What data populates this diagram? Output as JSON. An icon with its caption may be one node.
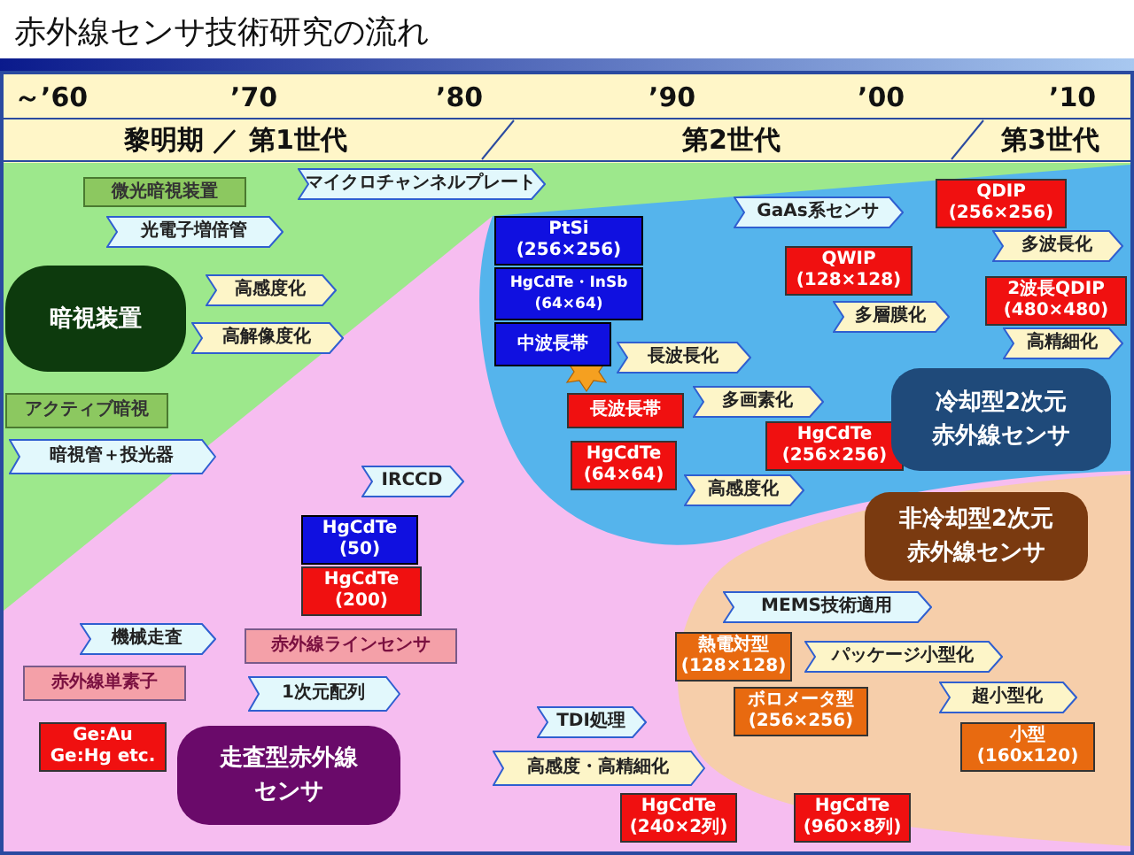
{
  "diagram": {
    "title": "赤外線センサ技術研究の流れ",
    "nodes": [
      {
        "text": [
          "微光暗視装置"
        ]
      },
      {
        "text": [
          "光電子増倍管"
        ]
      },
      {
        "text": [
          "暗視装置"
        ]
      },
      {
        "text": [
          "高感度化"
        ]
      },
      {
        "text": [
          "高解像度化"
        ]
      },
      {
        "text": [
          "アクティブ暗視"
        ]
      },
      {
        "text": [
          "暗視管＋投光器"
        ]
      },
      {
        "text": [
          "マイクロチャンネルプレート"
        ]
      },
      {
        "text": [
          "PtSi (256×256)"
        ]
      },
      {
        "text": [
          "HgCdTe・InSb (64×64)"
        ]
      },
      {
        "text": [
          "中波長帯"
        ]
      },
      {
        "text": [
          "長波長化"
        ]
      },
      {
        "text": [
          "長波長帯"
        ]
      },
      {
        "text": [
          "多画素化"
        ]
      },
      {
        "text": [
          "HgCdTe (64×64)"
        ]
      },
      {
        "text": [
          "高感度化"
        ]
      },
      {
        "text": [
          "HgCdTe (256×256)"
        ]
      },
      {
        "text": [
          "GaAs系センサ"
        ]
      },
      {
        "text": [
          "QWIP (128×128)"
        ]
      },
      {
        "text": [
          "多層膜化"
        ]
      },
      {
        "text": [
          "QDIP (256×256)"
        ]
      },
      {
        "text": [
          "多波長化"
        ]
      },
      {
        "text": [
          "2波長QDIP (480×480)"
        ]
      },
      {
        "text": [
          "高精細化"
        ]
      },
      {
        "text": [
          "冷却型2次元赤外線センサ"
        ]
      },
      {
        "text": [
          "IRCCD"
        ]
      },
      {
        "text": [
          "HgCdTe (50)"
        ]
      },
      {
        "text": [
          "HgCdTe (200)"
        ]
      },
      {
        "text": [
          "機械走査"
        ]
      },
      {
        "text": [
          "赤外線単素子"
        ]
      },
      {
        "text": [
          "赤外線ラインセンサ"
        ]
      },
      {
        "text": [
          "1次元配列"
        ]
      },
      {
        "text": [
          "Ge:Au Ge:Hg etc."
        ]
      },
      {
        "text": [
          "走査型赤外線センサ"
        ]
      },
      {
        "text": [
          "TDI処理"
        ]
      },
      {
        "text": [
          "高感度・高精細化"
        ]
      },
      {
        "text": [
          "HgCdTe (240×2列)"
        ]
      },
      {
        "text": [
          "HgCdTe (960×8列)"
        ]
      },
      {
        "text": [
          "非冷却型2次元赤外線センサ"
        ]
      },
      {
        "text": [
          "MEMS技術適用"
        ]
      },
      {
        "text": [
          "熱電対型 (128×128)"
        ]
      },
      {
        "text": [
          "パッケージ小型化"
        ]
      },
      {
        "text": [
          "ボロメータ型 (256×256)"
        ]
      },
      {
        "text": [
          "超小型化"
        ]
      },
      {
        "text": [
          "小型 (160x120)"
        ]
      }
    ],
    "labels": [
      "～’60",
      "’70",
      "’80",
      "’90",
      "’00",
      "’10",
      "黎明期 ／ 第1世代",
      "第2世代",
      "第3世代"
    ]
  }
}
